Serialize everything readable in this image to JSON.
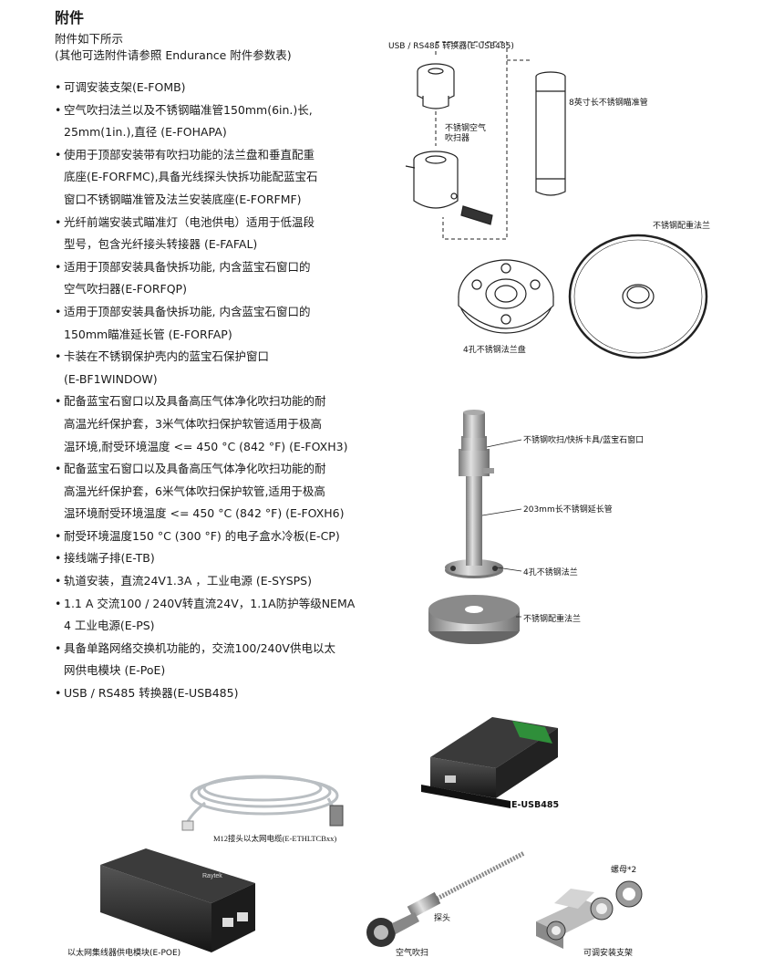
{
  "page": {
    "title": "附件",
    "intro_lines": [
      "附件如下所示",
      "(其他可选附件请参照 Endurance 附件参数表)"
    ]
  },
  "accessories": [
    [
      "可调安装支架(E-FOMB)"
    ],
    [
      "空气吹扫法兰以及不锈钢瞄准管150mm(6in.)长,",
      "25mm(1in.),直径 (E-FOHAPA)"
    ],
    [
      "使用于顶部安装带有吹扫功能的法兰盘和垂直配重",
      "底座(E-FORFMC),具备光线探头快拆功能配蓝宝石",
      "窗口不锈钢瞄准管及法兰安装底座(E-FORFMF)"
    ],
    [
      "光纤前端安装式瞄准灯（电池供电）适用于低温段",
      "型号，包含光纤接头转接器 (E-FAFAL)"
    ],
    [
      "适用于顶部安装具备快拆功能, 内含蓝宝石窗口的",
      "空气吹扫器(E-FORFQP)"
    ],
    [
      "适用于顶部安装具备快拆功能, 内含蓝宝石窗口的",
      "150mm瞄准延长管 (E-FORFAP)"
    ],
    [
      "卡装在不锈钢保护壳内的蓝宝石保护窗口",
      "(E-BF1WINDOW)"
    ],
    [
      "配备蓝宝石窗口以及具备高压气体净化吹扫功能的耐",
      "高温光纤保护套，3米气体吹扫保护软管适用于极高",
      "温环境,耐受环境温度 <= 450 °C (842 °F) (E-FOXH3)"
    ],
    [
      "配备蓝宝石窗口以及具备高压气体净化吹扫功能的耐",
      "高温光纤保护套，6米气体吹扫保护软管,适用于极高",
      "温环境耐受环境温度 <= 450 °C (842 °F) (E-FOXH6)"
    ],
    [
      "耐受环境温度150 °C (300 °F) 的电子盒水冷板(E-CP)"
    ],
    [
      "接线端子排(E-TB)"
    ],
    [
      "轨道安装，直流24V1.3A ，工业电源 (E-SYSPS)"
    ],
    [
      "1.1 A 交流100 / 240V转直流24V，1.1A防护等级NEMA",
      "4 工业电源(E-PS)"
    ],
    [
      "具备单路网络交换机功能的，交流100/240V供电以太",
      "网供电模块 (E-PoE)"
    ],
    [
      "USB / RS485 转换器(E-USB485)"
    ]
  ],
  "bullet": "•",
  "diagram1": {
    "usb_label": "USB / RS485 转换器(E-USB485)",
    "purge_label": "不锈钢空气吹扫器",
    "tube_label": "8英寸长不锈钢瞄准管",
    "heavy_flange_label": "不锈钢配重法兰",
    "flange4_label": "4孔不锈钢法兰盘"
  },
  "diagram2": {
    "window_label": "不锈钢吹扫/快拆卡具/蓝宝石窗口",
    "ext_label": "203mm长不锈钢延长管",
    "flange_label": "4孔不锈钢法兰",
    "weight_label": "不锈钢配重法兰"
  },
  "products": {
    "usb485_label": "E-USB485",
    "cable_label": "M12接头以太网电缆(E-ETHLTCBxx)",
    "poe_label": "以太网集线器供电模块(E-POE)",
    "probe_label": "探头",
    "nut_label": "螺母*2",
    "air_purge_label": "空气吹扫",
    "bracket_label": "可调安装支架",
    "poe_brand": "Raytek"
  }
}
